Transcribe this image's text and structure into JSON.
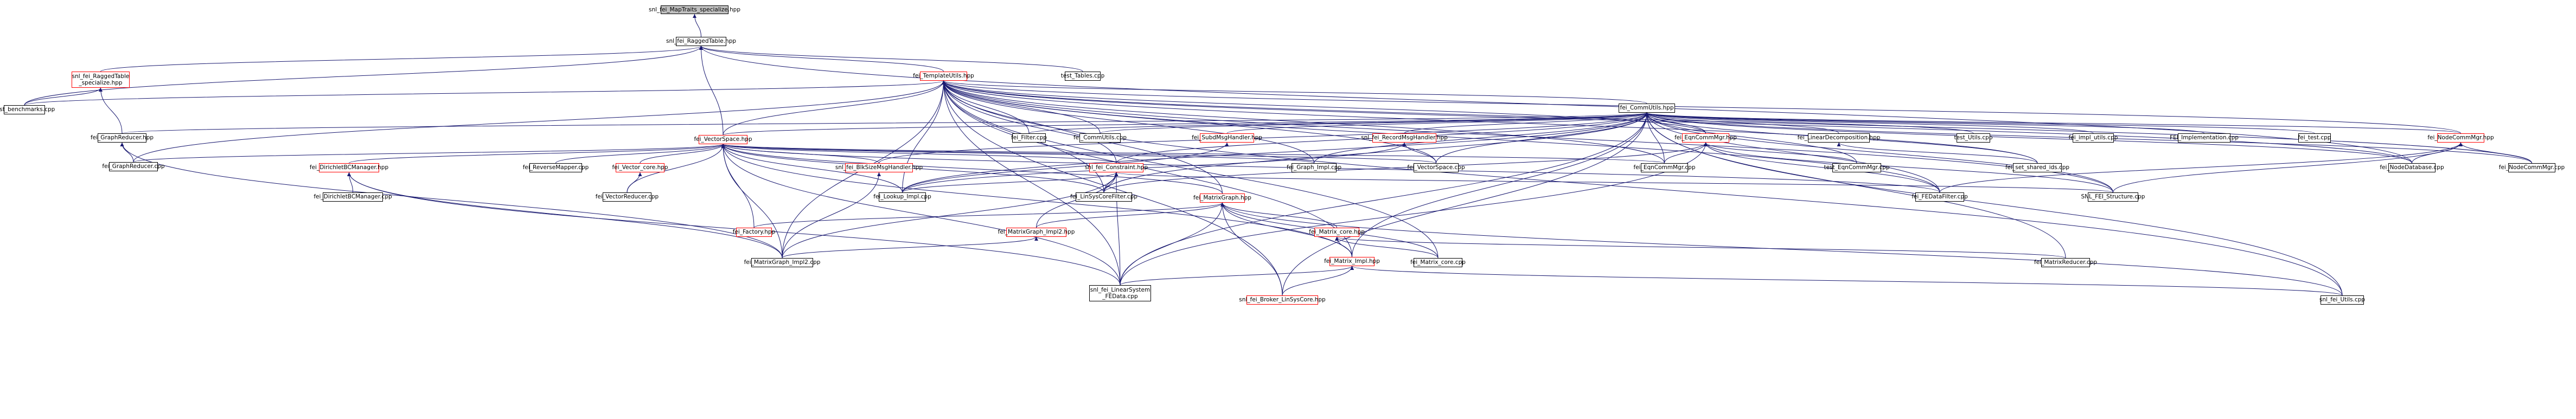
{
  "diagram": {
    "type": "include-dependency-graph",
    "colors": {
      "edge": "#191970",
      "node_border": "#000000",
      "node_border_incomplete": "#ff0000",
      "root_fill": "#bfbfbf",
      "node_fill": "#ffffff"
    },
    "nodes": [
      {
        "id": "n01",
        "label": "snl_fei_MapTraits_specialize.hpp",
        "style": "root"
      },
      {
        "id": "n02",
        "label": "snl_fei_RaggedTable.hpp",
        "style": "normal"
      },
      {
        "id": "n03",
        "label": "snl_fei_RaggedTable\n_specialize.hpp",
        "style": "red"
      },
      {
        "id": "n04",
        "label": "fei_TemplateUtils.hpp",
        "style": "red"
      },
      {
        "id": "n05",
        "label": "test_Tables.cpp",
        "style": "normal"
      },
      {
        "id": "n06",
        "label": "test_benchmarks.cpp",
        "style": "normal"
      },
      {
        "id": "n07",
        "label": "fei_CommUtils.hpp",
        "style": "normal"
      },
      {
        "id": "n08",
        "label": "fei_GraphReducer.hpp",
        "style": "normal"
      },
      {
        "id": "n09",
        "label": "fei_VectorSpace.hpp",
        "style": "red"
      },
      {
        "id": "n10",
        "label": "fei_Filter.cpp",
        "style": "normal"
      },
      {
        "id": "n11",
        "label": "fei_CommUtils.cpp",
        "style": "normal"
      },
      {
        "id": "n12",
        "label": "fei_SubdMsgHandler.hpp",
        "style": "red"
      },
      {
        "id": "n13",
        "label": "snl_fei_RecordMsgHandler.hpp",
        "style": "red"
      },
      {
        "id": "n14",
        "label": "fei_EqnCommMgr.hpp",
        "style": "red"
      },
      {
        "id": "n15",
        "label": "fei_LinearDecomposition.hpp",
        "style": "normal"
      },
      {
        "id": "n16",
        "label": "test_Utils.cpp",
        "style": "normal"
      },
      {
        "id": "n17",
        "label": "fei_impl_utils.cpp",
        "style": "normal"
      },
      {
        "id": "n18",
        "label": "FEI_Implementation.cpp",
        "style": "normal"
      },
      {
        "id": "n19",
        "label": "fei_test.cpp",
        "style": "normal"
      },
      {
        "id": "n20",
        "label": "fei_NodeCommMgr.hpp",
        "style": "red"
      },
      {
        "id": "n21",
        "label": "fei_GraphReducer.cpp",
        "style": "normal"
      },
      {
        "id": "n22",
        "label": "fei_ReverseMapper.cpp",
        "style": "normal"
      },
      {
        "id": "n23",
        "label": "fei_Vector_core.hpp",
        "style": "red"
      },
      {
        "id": "n24",
        "label": "fei_DirichletBCManager.hpp",
        "style": "red"
      },
      {
        "id": "n25",
        "label": "fei_Graph_Impl.cpp",
        "style": "normal"
      },
      {
        "id": "n26",
        "label": "fei_VectorSpace.cpp",
        "style": "normal"
      },
      {
        "id": "n27",
        "label": "fei_EqnCommMgr.cpp",
        "style": "normal"
      },
      {
        "id": "n28",
        "label": "test_EqnCommMgr.cpp",
        "style": "normal"
      },
      {
        "id": "n29",
        "label": "fei_set_shared_ids.cpp",
        "style": "normal"
      },
      {
        "id": "n30",
        "label": "fei_NodeDatabase.cpp",
        "style": "normal"
      },
      {
        "id": "n31",
        "label": "fei_NodeCommMgr.cpp",
        "style": "normal"
      },
      {
        "id": "n32",
        "label": "snl_fei_BlkSizeMsgHandler.hpp",
        "style": "red"
      },
      {
        "id": "n33",
        "label": "snl_fei_Constraint.hpp",
        "style": "red"
      },
      {
        "id": "n34",
        "label": "fei_DirichletBCManager.cpp",
        "style": "normal"
      },
      {
        "id": "n35",
        "label": "fei_VectorReducer.cpp",
        "style": "normal"
      },
      {
        "id": "n36",
        "label": "fei_Lookup_Impl.cpp",
        "style": "normal"
      },
      {
        "id": "n37",
        "label": "fei_LinSysCoreFilter.cpp",
        "style": "normal"
      },
      {
        "id": "n38",
        "label": "fei_MatrixGraph.hpp",
        "style": "red"
      },
      {
        "id": "n39",
        "label": "fei_FEDataFilter.cpp",
        "style": "normal"
      },
      {
        "id": "n40",
        "label": "SNL_FEI_Structure.cpp",
        "style": "normal"
      },
      {
        "id": "n41",
        "label": "fei_Factory.hpp",
        "style": "red"
      },
      {
        "id": "n42",
        "label": "fei_MatrixGraph_Impl2.hpp",
        "style": "red"
      },
      {
        "id": "n43",
        "label": "fei_Matrix_core.hpp",
        "style": "red"
      },
      {
        "id": "n44",
        "label": "fei_MatrixGraph_Impl2.cpp",
        "style": "normal"
      },
      {
        "id": "n45",
        "label": "fei_Matrix_Impl.hpp",
        "style": "red"
      },
      {
        "id": "n46",
        "label": "fei_Matrix_core.cpp",
        "style": "normal"
      },
      {
        "id": "n47",
        "label": "fei_MatrixReducer.cpp",
        "style": "normal"
      },
      {
        "id": "n48",
        "label": "snl_fei_LinearSystem\n_FEData.cpp",
        "style": "normal"
      },
      {
        "id": "n49",
        "label": "snl_fei_Broker_LinSysCore.hpp",
        "style": "red"
      },
      {
        "id": "n50",
        "label": "snl_fei_Utils.cpp",
        "style": "normal"
      }
    ],
    "edges": [
      [
        "n01",
        "n02"
      ],
      [
        "n02",
        "n03"
      ],
      [
        "n02",
        "n04"
      ],
      [
        "n02",
        "n05"
      ],
      [
        "n02",
        "n06"
      ],
      [
        "n02",
        "n09"
      ],
      [
        "n02",
        "n30"
      ],
      [
        "n03",
        "n06"
      ],
      [
        "n03",
        "n08"
      ],
      [
        "n04",
        "n06"
      ],
      [
        "n04",
        "n07"
      ],
      [
        "n04",
        "n10"
      ],
      [
        "n04",
        "n11"
      ],
      [
        "n04",
        "n09"
      ],
      [
        "n04",
        "n21"
      ],
      [
        "n04",
        "n14"
      ],
      [
        "n04",
        "n20"
      ],
      [
        "n04",
        "n33"
      ],
      [
        "n04",
        "n38"
      ],
      [
        "n04",
        "n36"
      ],
      [
        "n04",
        "n37"
      ],
      [
        "n04",
        "n44"
      ],
      [
        "n04",
        "n45"
      ],
      [
        "n04",
        "n46"
      ],
      [
        "n04",
        "n48"
      ],
      [
        "n04",
        "n49"
      ],
      [
        "n04",
        "n50"
      ],
      [
        "n04",
        "n26"
      ],
      [
        "n04",
        "n25"
      ],
      [
        "n04",
        "n39"
      ],
      [
        "n04",
        "n40"
      ],
      [
        "n04",
        "n27"
      ],
      [
        "n04",
        "n30"
      ],
      [
        "n04",
        "n31"
      ],
      [
        "n04",
        "n29"
      ],
      [
        "n07",
        "n08"
      ],
      [
        "n07",
        "n09"
      ],
      [
        "n07",
        "n10"
      ],
      [
        "n07",
        "n11"
      ],
      [
        "n07",
        "n12"
      ],
      [
        "n07",
        "n13"
      ],
      [
        "n07",
        "n14"
      ],
      [
        "n07",
        "n15"
      ],
      [
        "n07",
        "n16"
      ],
      [
        "n07",
        "n17"
      ],
      [
        "n07",
        "n18"
      ],
      [
        "n07",
        "n19"
      ],
      [
        "n07",
        "n20"
      ],
      [
        "n07",
        "n25"
      ],
      [
        "n07",
        "n26"
      ],
      [
        "n07",
        "n27"
      ],
      [
        "n07",
        "n28"
      ],
      [
        "n07",
        "n29"
      ],
      [
        "n07",
        "n30"
      ],
      [
        "n07",
        "n31"
      ],
      [
        "n07",
        "n32"
      ],
      [
        "n07",
        "n33"
      ],
      [
        "n07",
        "n36"
      ],
      [
        "n07",
        "n37"
      ],
      [
        "n07",
        "n39"
      ],
      [
        "n07",
        "n40"
      ],
      [
        "n07",
        "n45"
      ],
      [
        "n07",
        "n47"
      ],
      [
        "n07",
        "n48"
      ],
      [
        "n07",
        "n49"
      ],
      [
        "n07",
        "n50"
      ],
      [
        "n08",
        "n21"
      ],
      [
        "n08",
        "n44"
      ],
      [
        "n09",
        "n21"
      ],
      [
        "n09",
        "n22"
      ],
      [
        "n09",
        "n23"
      ],
      [
        "n09",
        "n24"
      ],
      [
        "n09",
        "n25"
      ],
      [
        "n09",
        "n26"
      ],
      [
        "n09",
        "n27"
      ],
      [
        "n09",
        "n32"
      ],
      [
        "n09",
        "n33"
      ],
      [
        "n09",
        "n35"
      ],
      [
        "n09",
        "n36"
      ],
      [
        "n09",
        "n37"
      ],
      [
        "n09",
        "n38"
      ],
      [
        "n09",
        "n39"
      ],
      [
        "n09",
        "n41"
      ],
      [
        "n09",
        "n44"
      ],
      [
        "n09",
        "n45"
      ],
      [
        "n09",
        "n48"
      ],
      [
        "n12",
        "n36"
      ],
      [
        "n13",
        "n26"
      ],
      [
        "n13",
        "n36"
      ],
      [
        "n14",
        "n27"
      ],
      [
        "n14",
        "n28"
      ],
      [
        "n14",
        "n39"
      ],
      [
        "n14",
        "n40"
      ],
      [
        "n14",
        "n37"
      ],
      [
        "n14",
        "n48"
      ],
      [
        "n15",
        "n29"
      ],
      [
        "n20",
        "n30"
      ],
      [
        "n20",
        "n31"
      ],
      [
        "n20",
        "n39"
      ],
      [
        "n20",
        "n40"
      ],
      [
        "n23",
        "n35"
      ],
      [
        "n24",
        "n34"
      ],
      [
        "n24",
        "n44"
      ],
      [
        "n24",
        "n48"
      ],
      [
        "n32",
        "n44"
      ],
      [
        "n33",
        "n36"
      ],
      [
        "n33",
        "n37"
      ],
      [
        "n33",
        "n42"
      ],
      [
        "n33",
        "n44"
      ],
      [
        "n33",
        "n40"
      ],
      [
        "n33",
        "n48"
      ],
      [
        "n38",
        "n41"
      ],
      [
        "n38",
        "n42"
      ],
      [
        "n38",
        "n43"
      ],
      [
        "n38",
        "n45"
      ],
      [
        "n38",
        "n46"
      ],
      [
        "n38",
        "n48"
      ],
      [
        "n38",
        "n49"
      ],
      [
        "n38",
        "n50"
      ],
      [
        "n42",
        "n44"
      ],
      [
        "n43",
        "n45"
      ],
      [
        "n43",
        "n46"
      ],
      [
        "n43",
        "n47"
      ],
      [
        "n45",
        "n48"
      ],
      [
        "n45",
        "n49"
      ],
      [
        "n45",
        "n50"
      ]
    ]
  }
}
